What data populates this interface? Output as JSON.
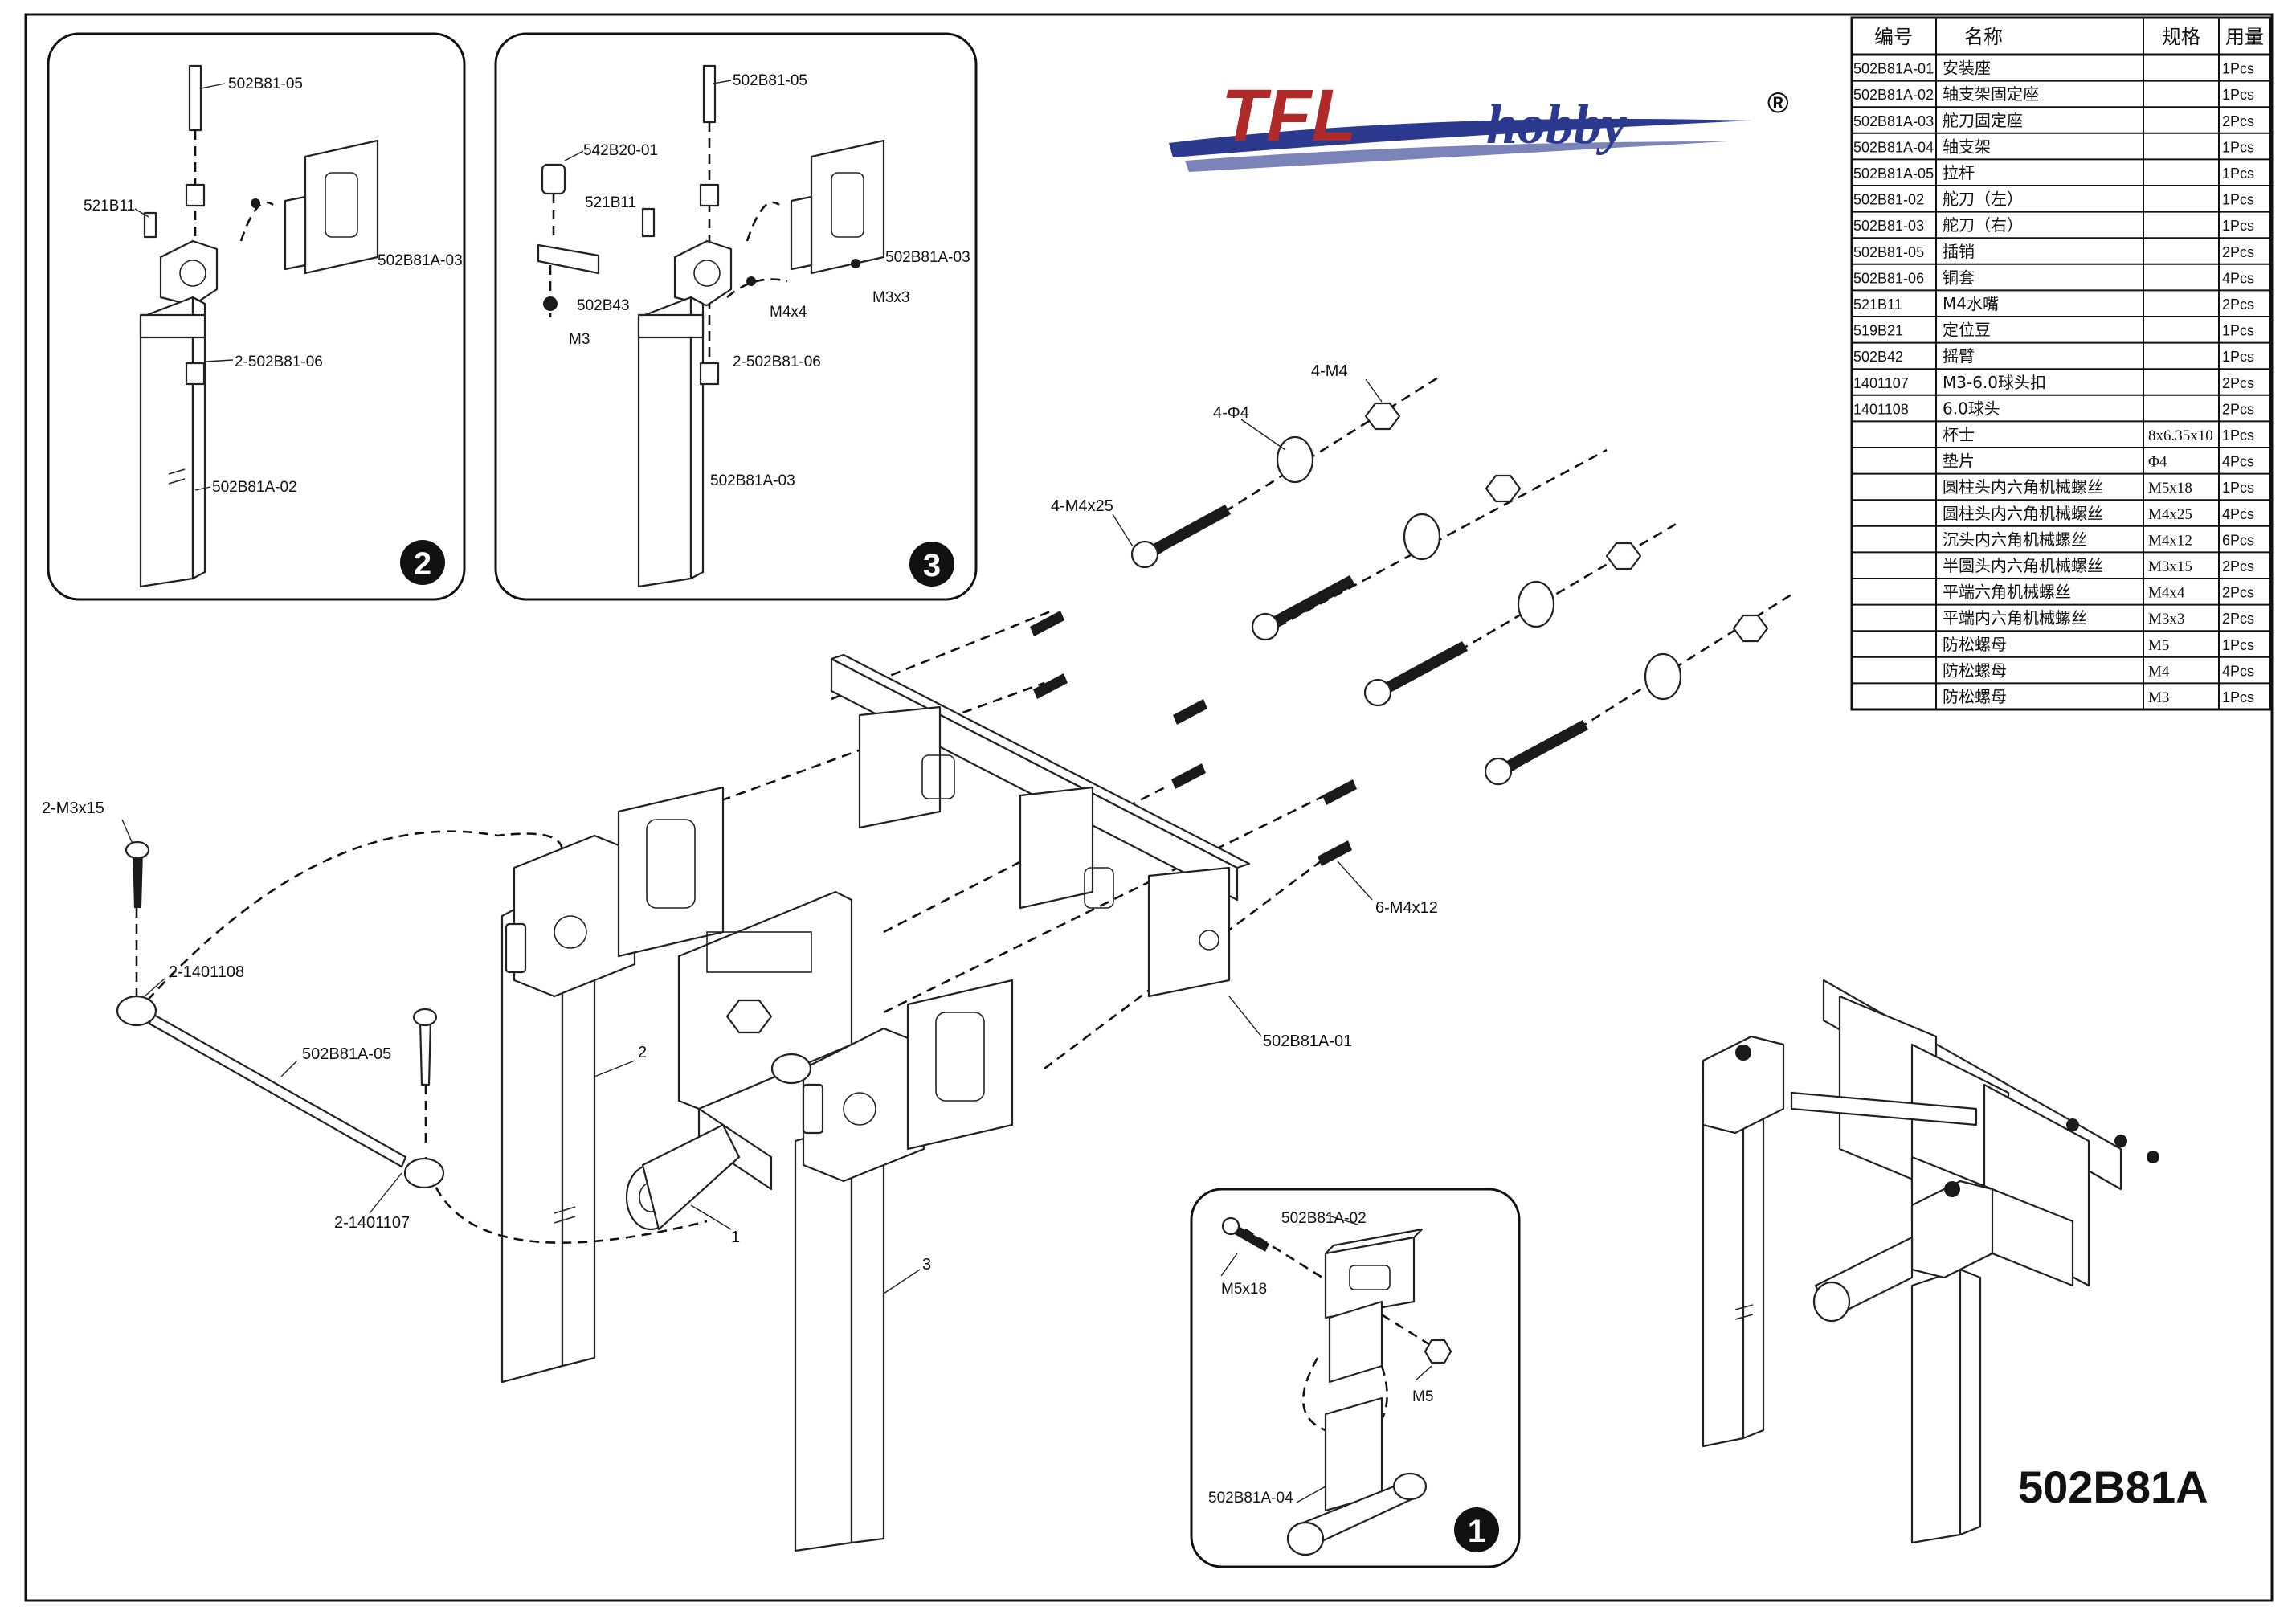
{
  "model_code": "502B81A",
  "logo": {
    "text_tfl": "TFL",
    "text_hobby": "hobby",
    "registered": "®"
  },
  "parts_table": {
    "headers": [
      "编号",
      "名称",
      "规格",
      "用量"
    ],
    "rows": [
      {
        "code": "502B81A-01",
        "name": "安装座",
        "spec": "",
        "qty": "1Pcs"
      },
      {
        "code": "502B81A-02",
        "name": "轴支架固定座",
        "spec": "",
        "qty": "1Pcs"
      },
      {
        "code": "502B81A-03",
        "name": "舵刀固定座",
        "spec": "",
        "qty": "2Pcs"
      },
      {
        "code": "502B81A-04",
        "name": "轴支架",
        "spec": "",
        "qty": "1Pcs"
      },
      {
        "code": "502B81A-05",
        "name": "拉杆",
        "spec": "",
        "qty": "1Pcs"
      },
      {
        "code": "502B81-02",
        "name": "舵刀（左）",
        "spec": "",
        "qty": "1Pcs"
      },
      {
        "code": "502B81-03",
        "name": "舵刀（右）",
        "spec": "",
        "qty": "1Pcs"
      },
      {
        "code": "502B81-05",
        "name": "插销",
        "spec": "",
        "qty": "2Pcs"
      },
      {
        "code": "502B81-06",
        "name": "铜套",
        "spec": "",
        "qty": "4Pcs"
      },
      {
        "code": "521B11",
        "name": "M4水嘴",
        "spec": "",
        "qty": "2Pcs"
      },
      {
        "code": "519B21",
        "name": "定位豆",
        "spec": "",
        "qty": "1Pcs"
      },
      {
        "code": "502B42",
        "name": "摇臂",
        "spec": "",
        "qty": "1Pcs"
      },
      {
        "code": "1401107",
        "name": "M3-6.0球头扣",
        "spec": "",
        "qty": "2Pcs"
      },
      {
        "code": "1401108",
        "name": "6.0球头",
        "spec": "",
        "qty": "2Pcs"
      },
      {
        "code": "",
        "name": "杯士",
        "spec": "8x6.35x10",
        "qty": "1Pcs"
      },
      {
        "code": "",
        "name": "垫片",
        "spec": "Φ4",
        "qty": "4Pcs"
      },
      {
        "code": "",
        "name": "圆柱头内六角机械螺丝",
        "spec": "M5x18",
        "qty": "1Pcs"
      },
      {
        "code": "",
        "name": "圆柱头内六角机械螺丝",
        "spec": "M4x25",
        "qty": "4Pcs"
      },
      {
        "code": "",
        "name": "沉头内六角机械螺丝",
        "spec": "M4x12",
        "qty": "6Pcs"
      },
      {
        "code": "",
        "name": "半圆头内六角机械螺丝",
        "spec": "M3x15",
        "qty": "2Pcs"
      },
      {
        "code": "",
        "name": "平端六角机械螺丝",
        "spec": "M4x4",
        "qty": "2Pcs"
      },
      {
        "code": "",
        "name": "平端内六角机械螺丝",
        "spec": "M3x3",
        "qty": "2Pcs"
      },
      {
        "code": "",
        "name": "防松螺母",
        "spec": "M5",
        "qty": "1Pcs"
      },
      {
        "code": "",
        "name": "防松螺母",
        "spec": "M4",
        "qty": "4Pcs"
      },
      {
        "code": "",
        "name": "防松螺母",
        "spec": "M3",
        "qty": "1Pcs"
      }
    ]
  },
  "detail_2": {
    "badge": "2",
    "labels": [
      "502B81-05",
      "521B11",
      "502B81A-03",
      "2-502B81-06",
      "502B81A-02"
    ]
  },
  "detail_3": {
    "badge": "3",
    "labels": [
      "502B81-05",
      "542B20-01",
      "521B11",
      "502B81A-03",
      "M3x3",
      "M4x4",
      "502B43",
      "M3",
      "2-502B81-06",
      "502B81A-03"
    ]
  },
  "detail_1": {
    "badge": "1",
    "labels": [
      "502B81A-02",
      "M5x18",
      "M5",
      "502B81A-04"
    ]
  },
  "main_labels": {
    "nut": "4-M4",
    "washer": "4-Φ4",
    "bolt": "4-M4x25",
    "countersunk": "6-M4x12",
    "mount": "502B81A-01",
    "screw_m3": "2-M3x15",
    "ball_head": "2-1401108",
    "tie_rod": "502B81A-05",
    "ball_link": "2-1401107",
    "callout_1": "1",
    "callout_2": "2",
    "callout_3": "3"
  }
}
